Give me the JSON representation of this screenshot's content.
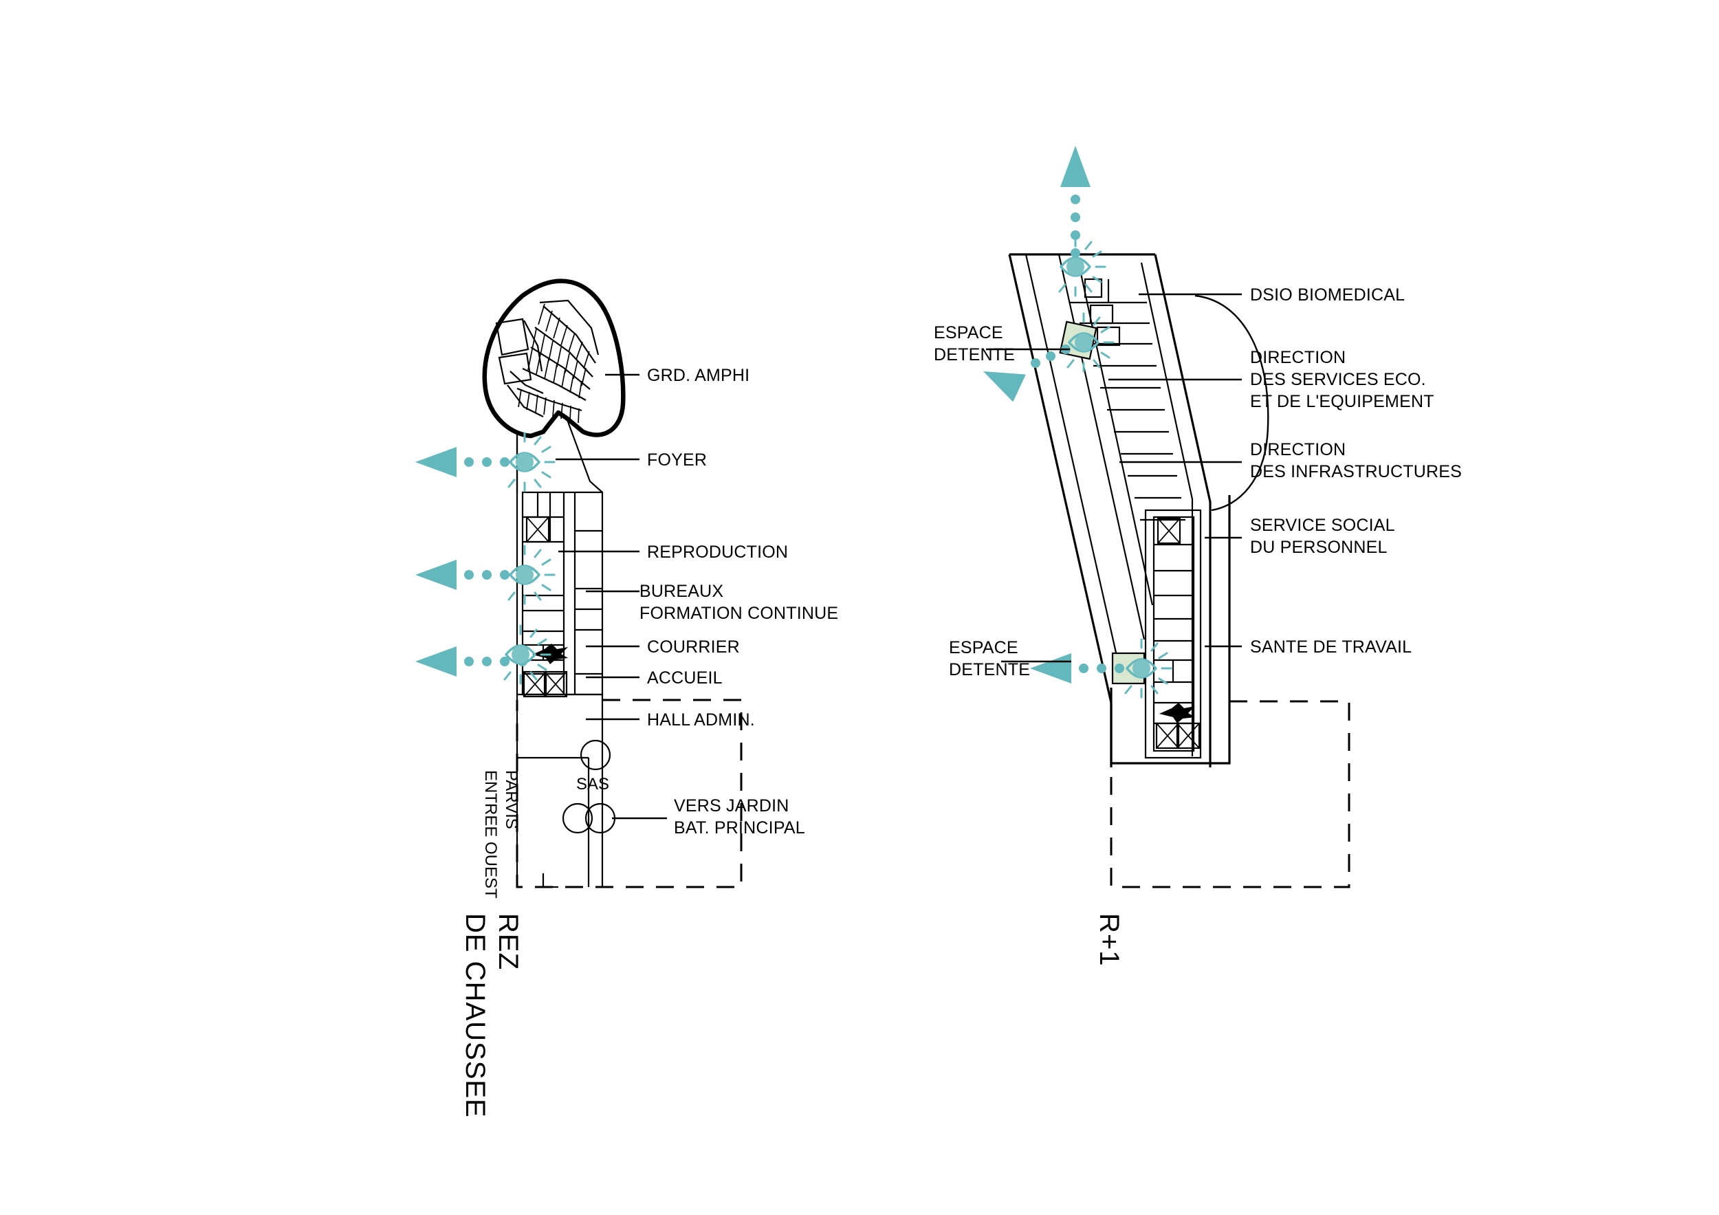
{
  "document": {
    "type": "architectural-floor-plan",
    "language": "fr",
    "sheet_background": "#ffffff",
    "accent_color": "#63b8bd",
    "room_highlight_color": "#d9e8cf",
    "line_color": "#000000"
  },
  "plans": [
    {
      "id": "rdc",
      "title": "REZ\nDE CHAUSSEE",
      "title_line1": "REZ",
      "title_line2": "DE CHAUSSEE",
      "labels": [
        {
          "key": "grd-amphi",
          "text": "GRD. AMPHI"
        },
        {
          "key": "foyer",
          "text": "FOYER"
        },
        {
          "key": "reproduction",
          "text": "REPRODUCTION"
        },
        {
          "key": "bureaux",
          "line1": "BUREAUX",
          "line2": "FORMATION CONTINUE"
        },
        {
          "key": "courrier",
          "text": "COURRIER"
        },
        {
          "key": "accueil",
          "text": "ACCUEIL"
        },
        {
          "key": "hall-admin",
          "text": "HALL ADMIN."
        },
        {
          "key": "vers-jardin",
          "line1": "VERS JARDIN",
          "line2": "BAT. PRINCIPAL"
        },
        {
          "key": "sas",
          "text": "SAS"
        },
        {
          "key": "parvis",
          "line1": "PARVIS",
          "line2": "ENTREE OUEST"
        }
      ]
    },
    {
      "id": "r1",
      "title": "R+1",
      "labels": [
        {
          "key": "dsio",
          "text": "DSIO BIOMEDICAL"
        },
        {
          "key": "espace-detente-haut",
          "line1": "ESPACE",
          "line2": "DETENTE"
        },
        {
          "key": "direction-services-eco",
          "line1": "DIRECTION",
          "line2": "DES SERVICES ECO.",
          "line3": "ET DE L'EQUIPEMENT"
        },
        {
          "key": "direction-infrastructures",
          "line1": "DIRECTION",
          "line2": "DES INFRASTRUCTURES"
        },
        {
          "key": "service-social",
          "line1": "SERVICE SOCIAL",
          "line2": "DU PERSONNEL"
        },
        {
          "key": "sante-travail",
          "text": "SANTE DE TRAVAIL"
        },
        {
          "key": "espace-detente-bas",
          "line1": "ESPACE",
          "line2": "DETENTE"
        }
      ]
    }
  ],
  "icons": {
    "eye": "eye-icon",
    "bird": "bird-icon",
    "arrow": "arrow-icon",
    "shaft": "shaft-cross-icon",
    "door_swing": "door-swing-icon"
  }
}
